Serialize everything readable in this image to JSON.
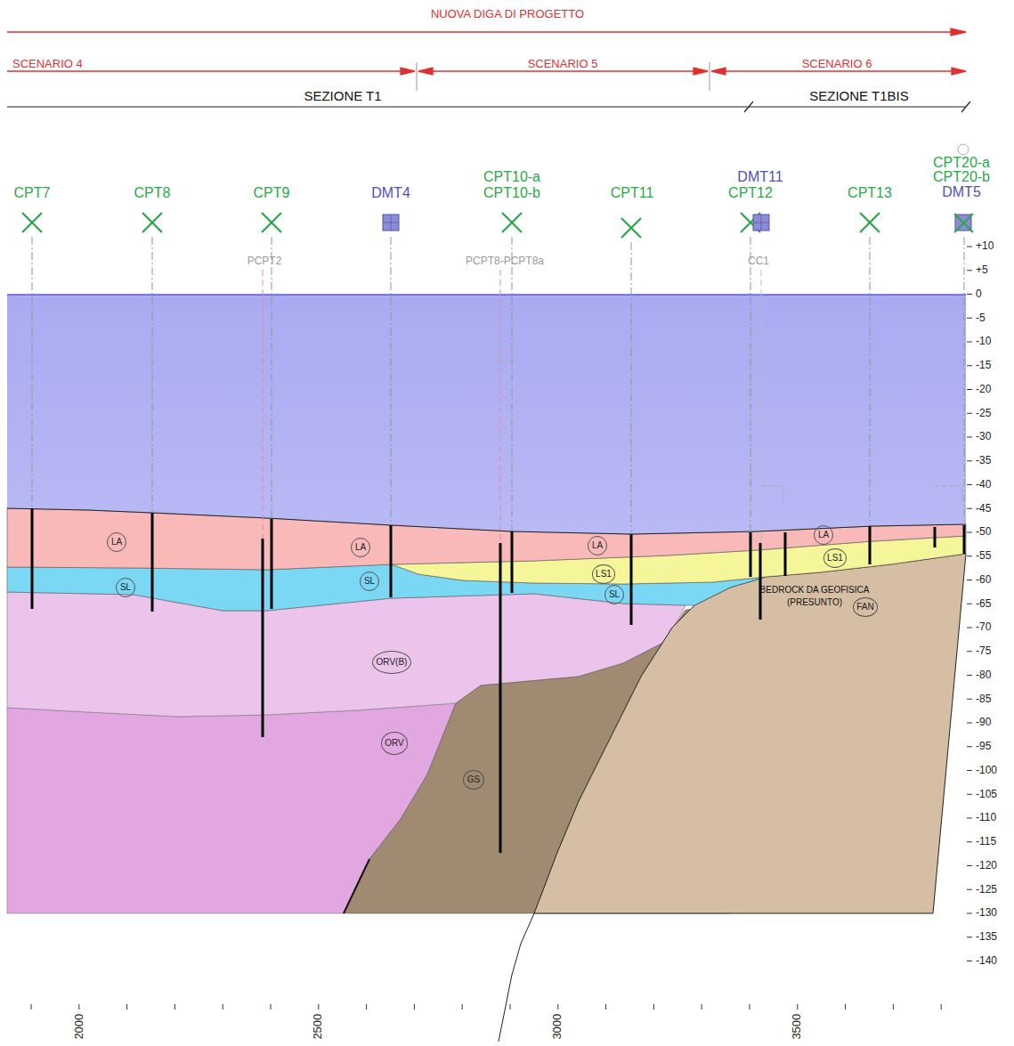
{
  "diagram": {
    "nodes": [
      {
        "text": [
          "LA"
        ]
      },
      {
        "text": [
          "LA"
        ]
      },
      {
        "text": [
          "LA"
        ]
      },
      {
        "text": [
          "LA"
        ]
      },
      {
        "text": [
          "LS1"
        ]
      },
      {
        "text": [
          "LS1"
        ]
      },
      {
        "text": [
          "SL"
        ]
      },
      {
        "text": [
          "SL"
        ]
      },
      {
        "text": [
          "SL"
        ]
      },
      {
        "text": [
          "ORV(B)"
        ]
      },
      {
        "text": [
          "ORV"
        ]
      },
      {
        "text": [
          "GS"
        ]
      },
      {
        "text": [
          "FAN"
        ]
      }
    ],
    "labels": [
      "NUOVA DIGA DI PROGETTO",
      "SCENARIO 4",
      "SCENARIO 5",
      "SCENARIO 6",
      "SEZIONE T1",
      "SEZIONE T1BIS",
      "CPT7",
      "CPT8",
      "CPT9",
      "DMT4",
      "CPT10-a",
      "CPT10-b",
      "CPT11",
      "DMT11",
      "CPT12",
      "CPT13",
      "CPT20-a",
      "CPT20-b",
      "DMT5",
      "PCPT2",
      "PCPT8-PCPT8a",
      "CC1",
      "BEDROCK DA GEOFISICA",
      "(PRESUNTO)",
      "+10",
      "+5",
      "0",
      "-5",
      "-10",
      "-15",
      "-20",
      "-25",
      "-30",
      "-35",
      "-40",
      "-45",
      "-50",
      "-55",
      "-60",
      "-65",
      "-70",
      "-75",
      "-80",
      "-85",
      "-90",
      "-95",
      "-100",
      "-105",
      "-110",
      "-115",
      "-120",
      "-125",
      "-130",
      "-135",
      "-140",
      "2000",
      "2500",
      "3000",
      "3500"
    ]
  }
}
